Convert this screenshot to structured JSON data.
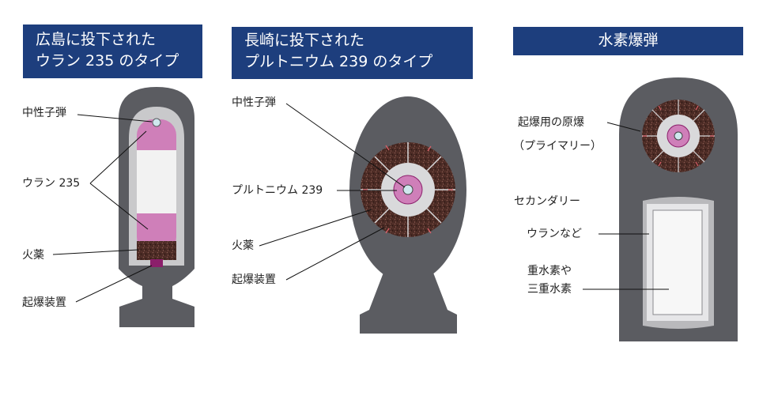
{
  "panels": [
    {
      "title_lines": [
        "広島に投下された",
        "ウラン 235 のタイプ"
      ],
      "labels": {
        "neutron": "中性子弾",
        "uranium": "ウラン 235",
        "explosive": "火薬",
        "detonator": "起爆装置"
      }
    },
    {
      "title_lines": [
        "長崎に投下された",
        "プルトニウム 239 のタイプ"
      ],
      "labels": {
        "neutron": "中性子弾",
        "plutonium": "プルトニウム 239",
        "explosive": "火薬",
        "detonator": "起爆装置"
      }
    },
    {
      "title": "水素爆弾",
      "labels": {
        "primary_line1": "起爆用の原爆",
        "primary_line2": "（プライマリー）",
        "secondary": "セカンダリー",
        "uranium": "ウランなど",
        "fuel_line1": "重水素や",
        "fuel_line2": "三重水素"
      }
    }
  ],
  "colors": {
    "title_bg": "#1d3e7d",
    "casing": "#5b5c61",
    "inner_shell": "#c9c9cb",
    "fissile": "#cf7fb9",
    "explosive": "#4a2a24",
    "detonator": "#8b1f6b",
    "tamper": "#d9d9db",
    "fuel": "#f2f2f2"
  }
}
